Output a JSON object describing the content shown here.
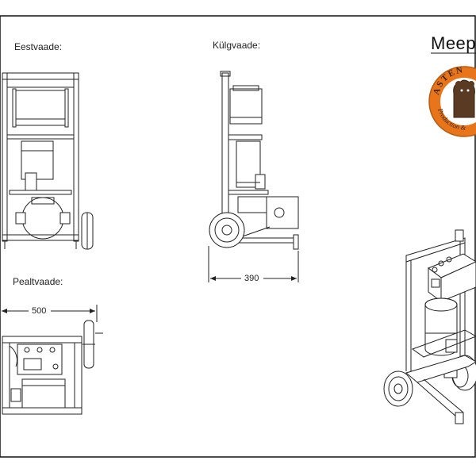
{
  "views": {
    "front_label": "Eestvaade:",
    "side_label": "Külgvaade:",
    "top_label": "Pealtvaade:"
  },
  "title": "Meep",
  "dimensions": {
    "side_width": "390",
    "top_width": "500"
  },
  "logo": {
    "top_text": "ASTEN",
    "bottom_text": "Production &",
    "color": "#e8751a"
  }
}
